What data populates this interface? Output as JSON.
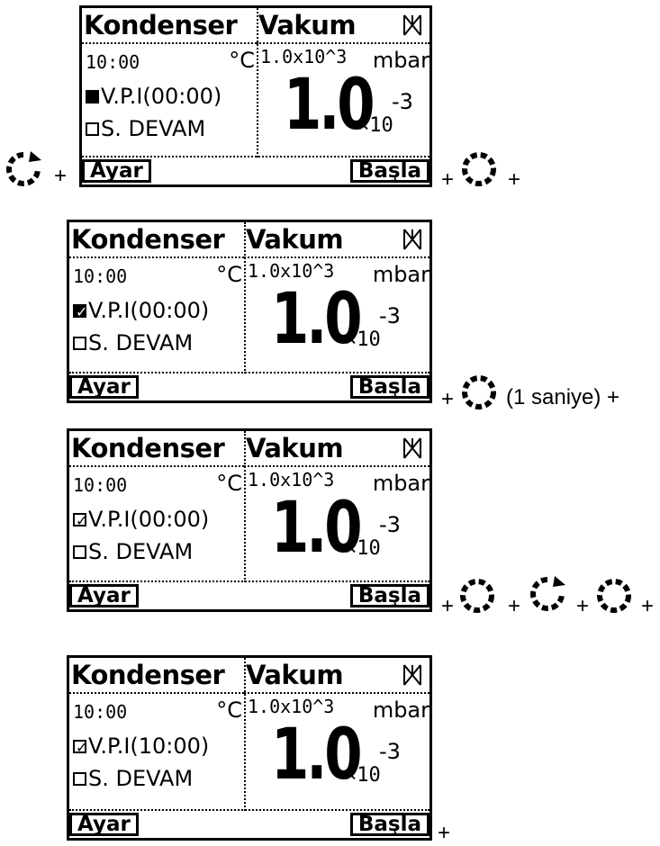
{
  "screens": [
    {
      "left_title": "Kondenser",
      "right_title": "Vakum",
      "time": "10:00",
      "temp_unit": "°C",
      "setpoint": "1.0x10^3",
      "pressure_unit": "mbar",
      "vpi_label": "V.P.I(00:00)",
      "sdevam_label": "S. DEVAM",
      "big_value": "1.0",
      "exp_base": "×10",
      "exp_power": "-3",
      "left_button": "Ayar",
      "right_button": "Başla",
      "vpi_state": "filled"
    },
    {
      "left_title": "Kondenser",
      "right_title": "Vakum",
      "time": "10:00",
      "temp_unit": "°C",
      "setpoint": "1.0x10^3",
      "pressure_unit": "mbar",
      "vpi_label": "V.P.I(00:00)",
      "sdevam_label": "S. DEVAM",
      "big_value": "1.0",
      "exp_base": "×10",
      "exp_power": "-3",
      "left_button": "Ayar",
      "right_button": "Başla",
      "vpi_state": "checked-filled"
    },
    {
      "left_title": "Kondenser",
      "right_title": "Vakum",
      "time": "10:00",
      "temp_unit": "°C",
      "setpoint": "1.0x10^3",
      "pressure_unit": "mbar",
      "vpi_label": "V.P.I(00:00)",
      "sdevam_label": "S. DEVAM",
      "big_value": "1.0",
      "exp_base": "×10",
      "exp_power": "-3",
      "left_button": "Ayar",
      "right_button": "Başla",
      "vpi_state": "checked"
    },
    {
      "left_title": "Kondenser",
      "right_title": "Vakum",
      "time": "10:00",
      "temp_unit": "°C",
      "setpoint": "1.0x10^3",
      "pressure_unit": "mbar",
      "vpi_label": "V.P.I(10:00)",
      "sdevam_label": "S. DEVAM",
      "big_value": "1.0",
      "exp_base": "×10",
      "exp_power": "-3",
      "left_button": "Ayar",
      "right_button": "Başla",
      "vpi_state": "checked"
    }
  ],
  "annotations": {
    "plus": "+",
    "one_second": "(1 saniye) +"
  },
  "icons": {
    "rotate": "rotate-knob-icon",
    "press": "press-knob-icon"
  }
}
